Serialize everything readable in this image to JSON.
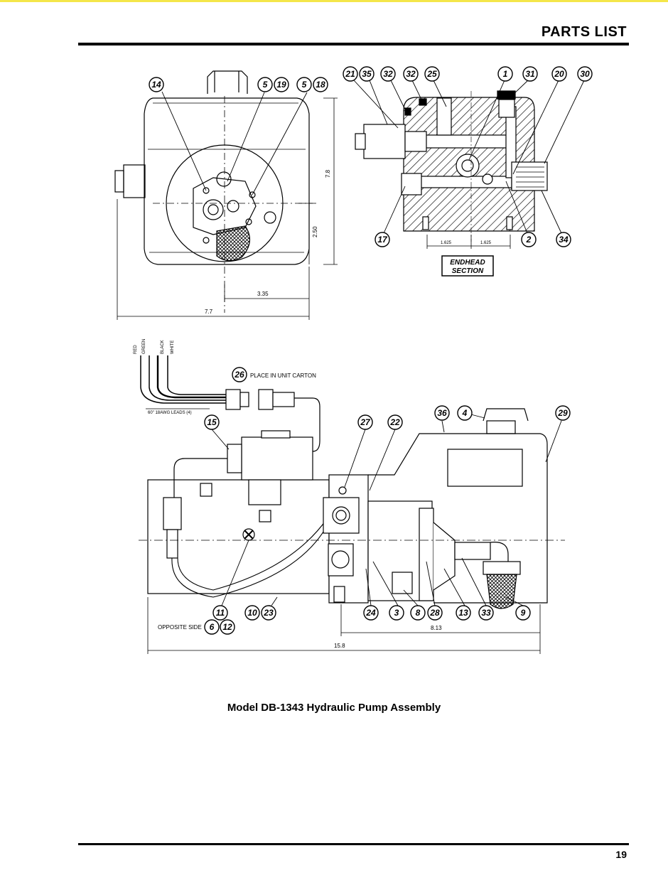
{
  "header": {
    "title": "PARTS  LIST"
  },
  "caption": "Model DB-1343 Hydraulic Pump Assembly",
  "page_number": "19",
  "top_view": {
    "callouts": [
      "14",
      "5",
      "19",
      "5",
      "18"
    ],
    "dims": {
      "height": "7.8",
      "offset_v": "2.50",
      "offset_h": "3.35",
      "width": "7.7"
    }
  },
  "endhead": {
    "callouts_top": [
      "21",
      "35",
      "32",
      "32",
      "25",
      "1",
      "31",
      "20",
      "30"
    ],
    "callouts_bottom": [
      "17",
      "2",
      "34"
    ],
    "dims": [
      "1.625",
      "1.625"
    ],
    "title_line1": "ENDHEAD",
    "title_line2": "SECTION"
  },
  "side_view": {
    "lead_colors": [
      "RED",
      "GREEN",
      "BLACK",
      "WHITE"
    ],
    "leads_note": "60\" 18AWG LEADS (4)",
    "carton_callout": "26",
    "carton_note": "PLACE IN UNIT CARTON",
    "callouts_top": [
      "15",
      "27",
      "22",
      "36",
      "4",
      "29"
    ],
    "callouts_bottom": [
      "11",
      "10",
      "23",
      "24",
      "3",
      "8",
      "28",
      "13",
      "33",
      "9"
    ],
    "opposite_label": "OPPOSITE SIDE",
    "opposite_callouts": [
      "6",
      "12"
    ],
    "dims": {
      "length_pump": "8.13",
      "length_total": "15.8"
    }
  }
}
